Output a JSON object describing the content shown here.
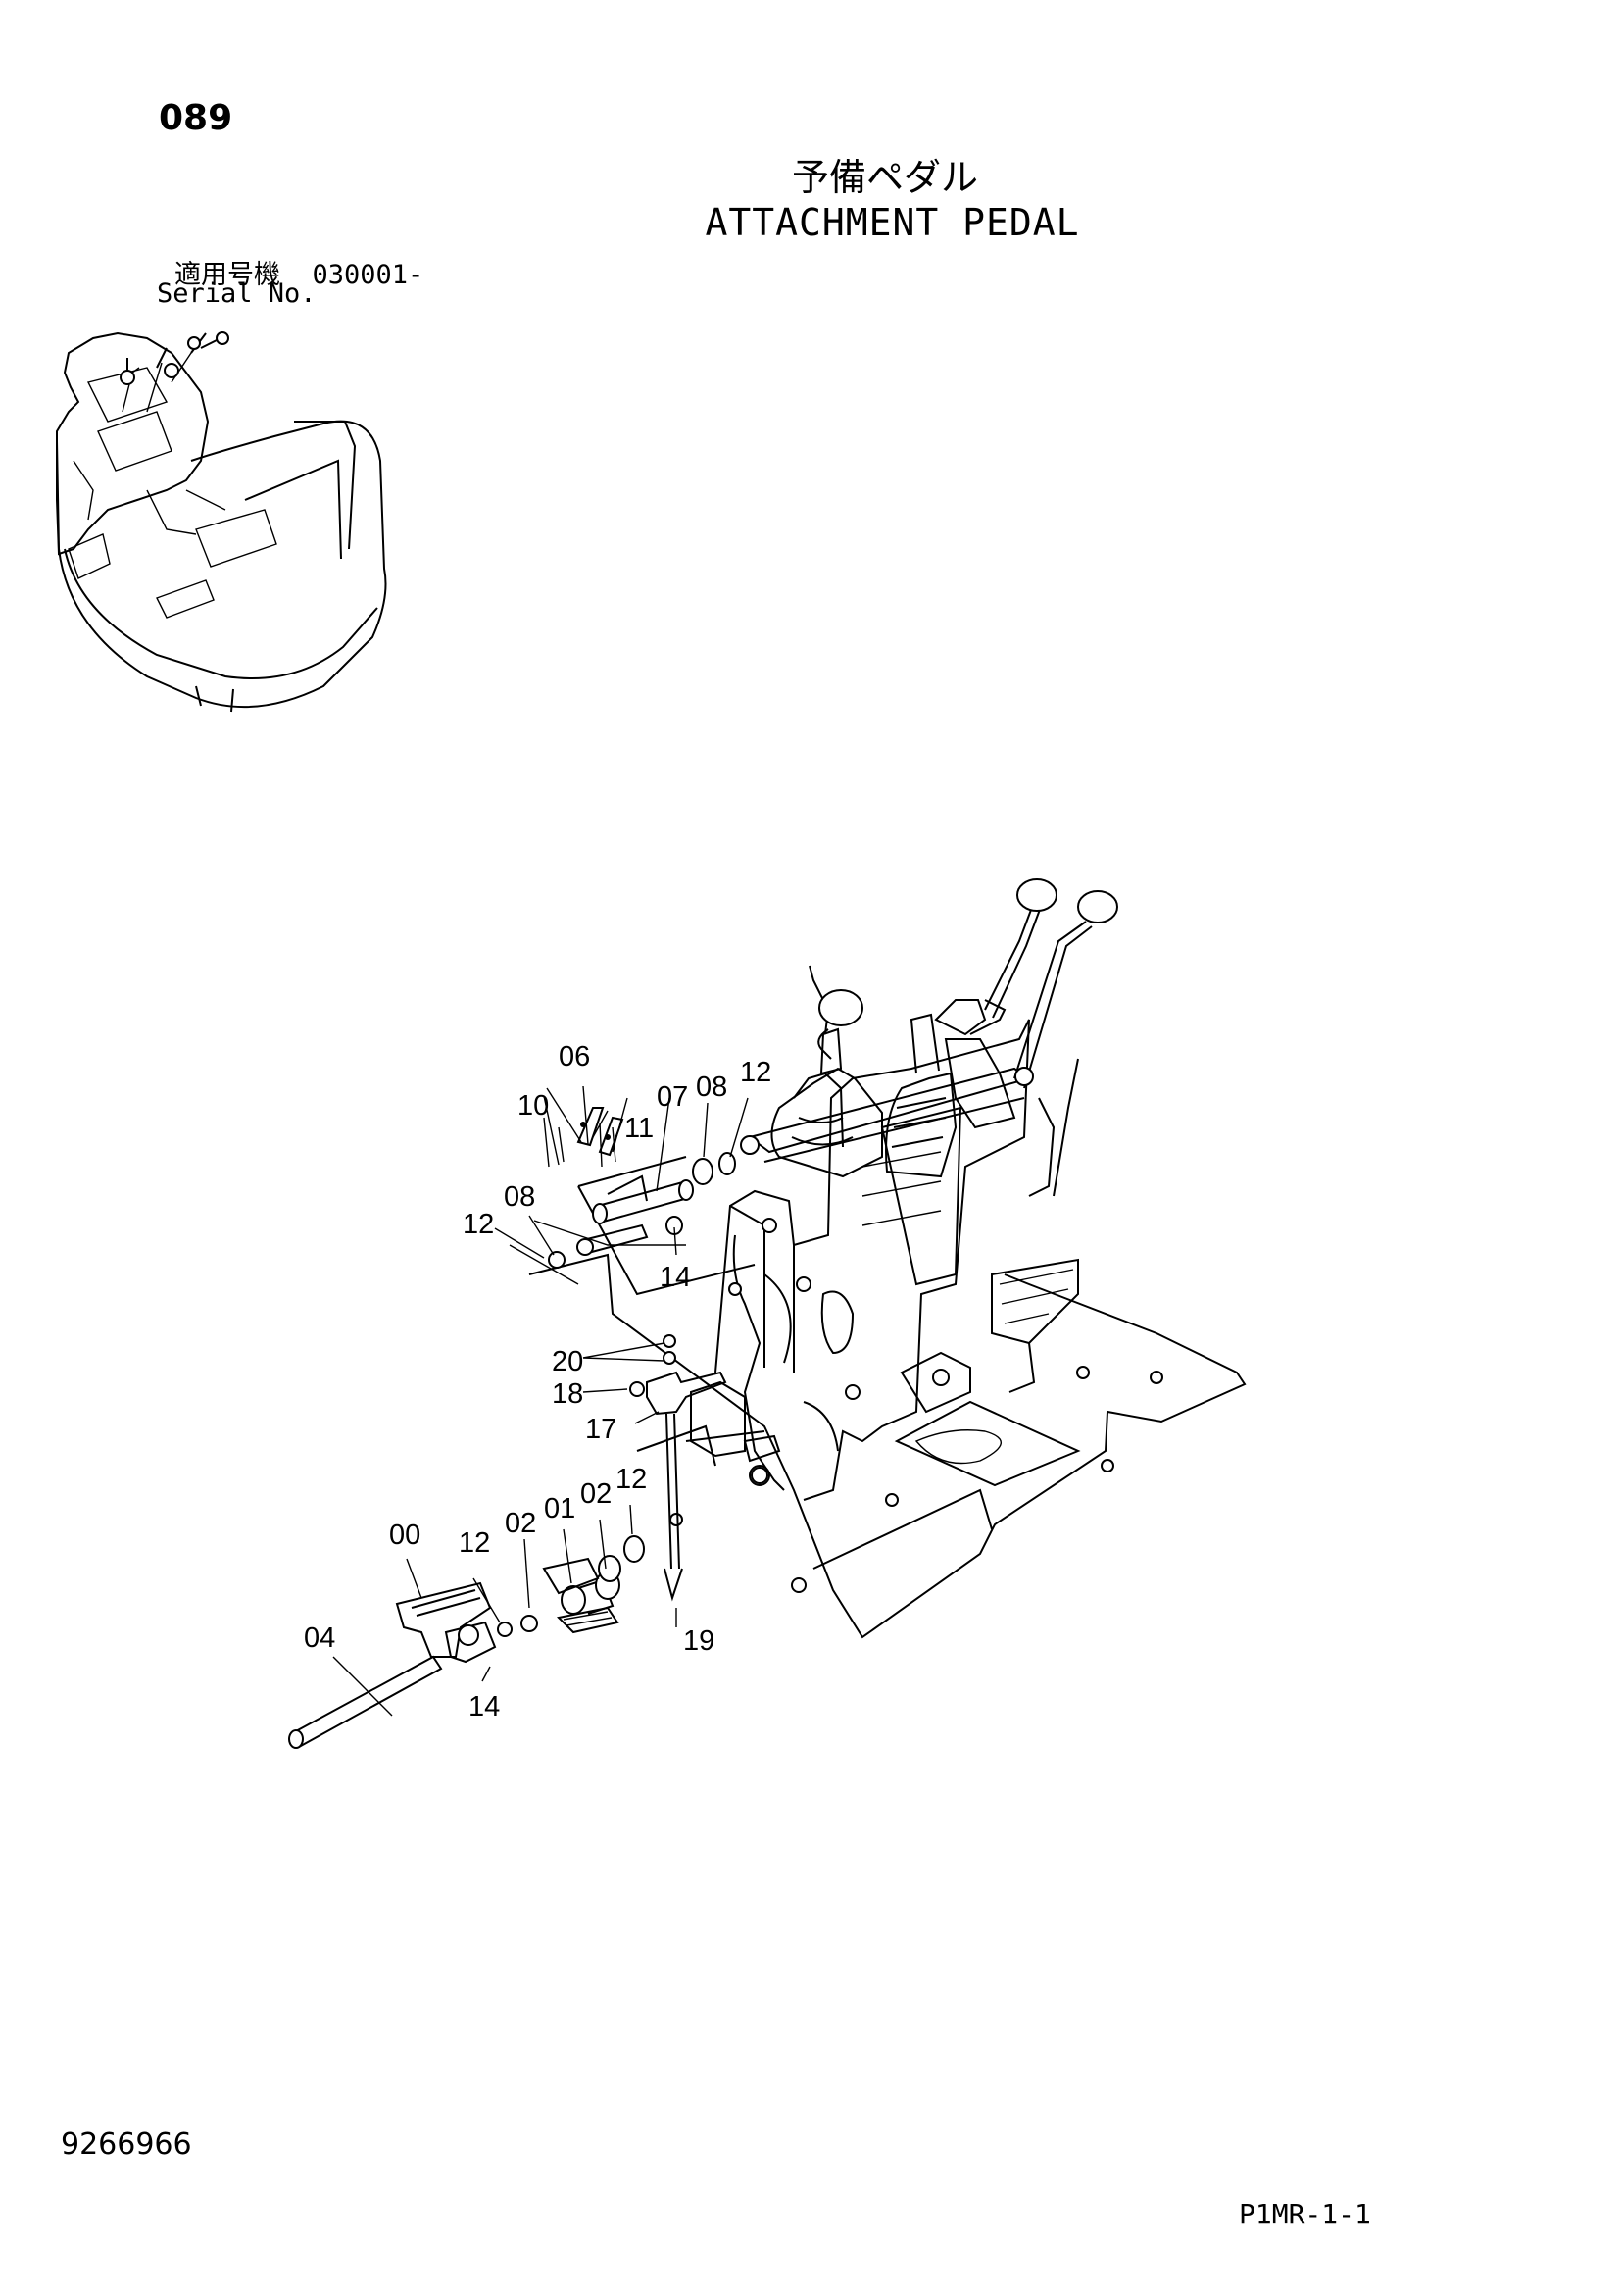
{
  "page_number": "089",
  "title_jp": "予備ペダル",
  "title_en": "ATTACHMENT PEDAL",
  "serial": {
    "label_jp": "適用号機",
    "range": "030001-",
    "label_en": "Serial No."
  },
  "callouts": [
    {
      "id": "c06",
      "text": "06"
    },
    {
      "id": "c10",
      "text": "10"
    },
    {
      "id": "c07",
      "text": "07"
    },
    {
      "id": "c08a",
      "text": "08"
    },
    {
      "id": "c12a",
      "text": "12"
    },
    {
      "id": "c11",
      "text": "11"
    },
    {
      "id": "c08b",
      "text": "08"
    },
    {
      "id": "c12b",
      "text": "12"
    },
    {
      "id": "c14a",
      "text": "14"
    },
    {
      "id": "c20",
      "text": "20"
    },
    {
      "id": "c18",
      "text": "18"
    },
    {
      "id": "c17",
      "text": "17"
    },
    {
      "id": "c00",
      "text": "00"
    },
    {
      "id": "c12c",
      "text": "12"
    },
    {
      "id": "c02a",
      "text": "02"
    },
    {
      "id": "c01",
      "text": "01"
    },
    {
      "id": "c02b",
      "text": "02"
    },
    {
      "id": "c12d",
      "text": "12"
    },
    {
      "id": "c04",
      "text": "04"
    },
    {
      "id": "c14b",
      "text": "14"
    },
    {
      "id": "c19",
      "text": "19"
    }
  ],
  "document_number": "9266966",
  "sheet_code": "P1MR-1-1"
}
